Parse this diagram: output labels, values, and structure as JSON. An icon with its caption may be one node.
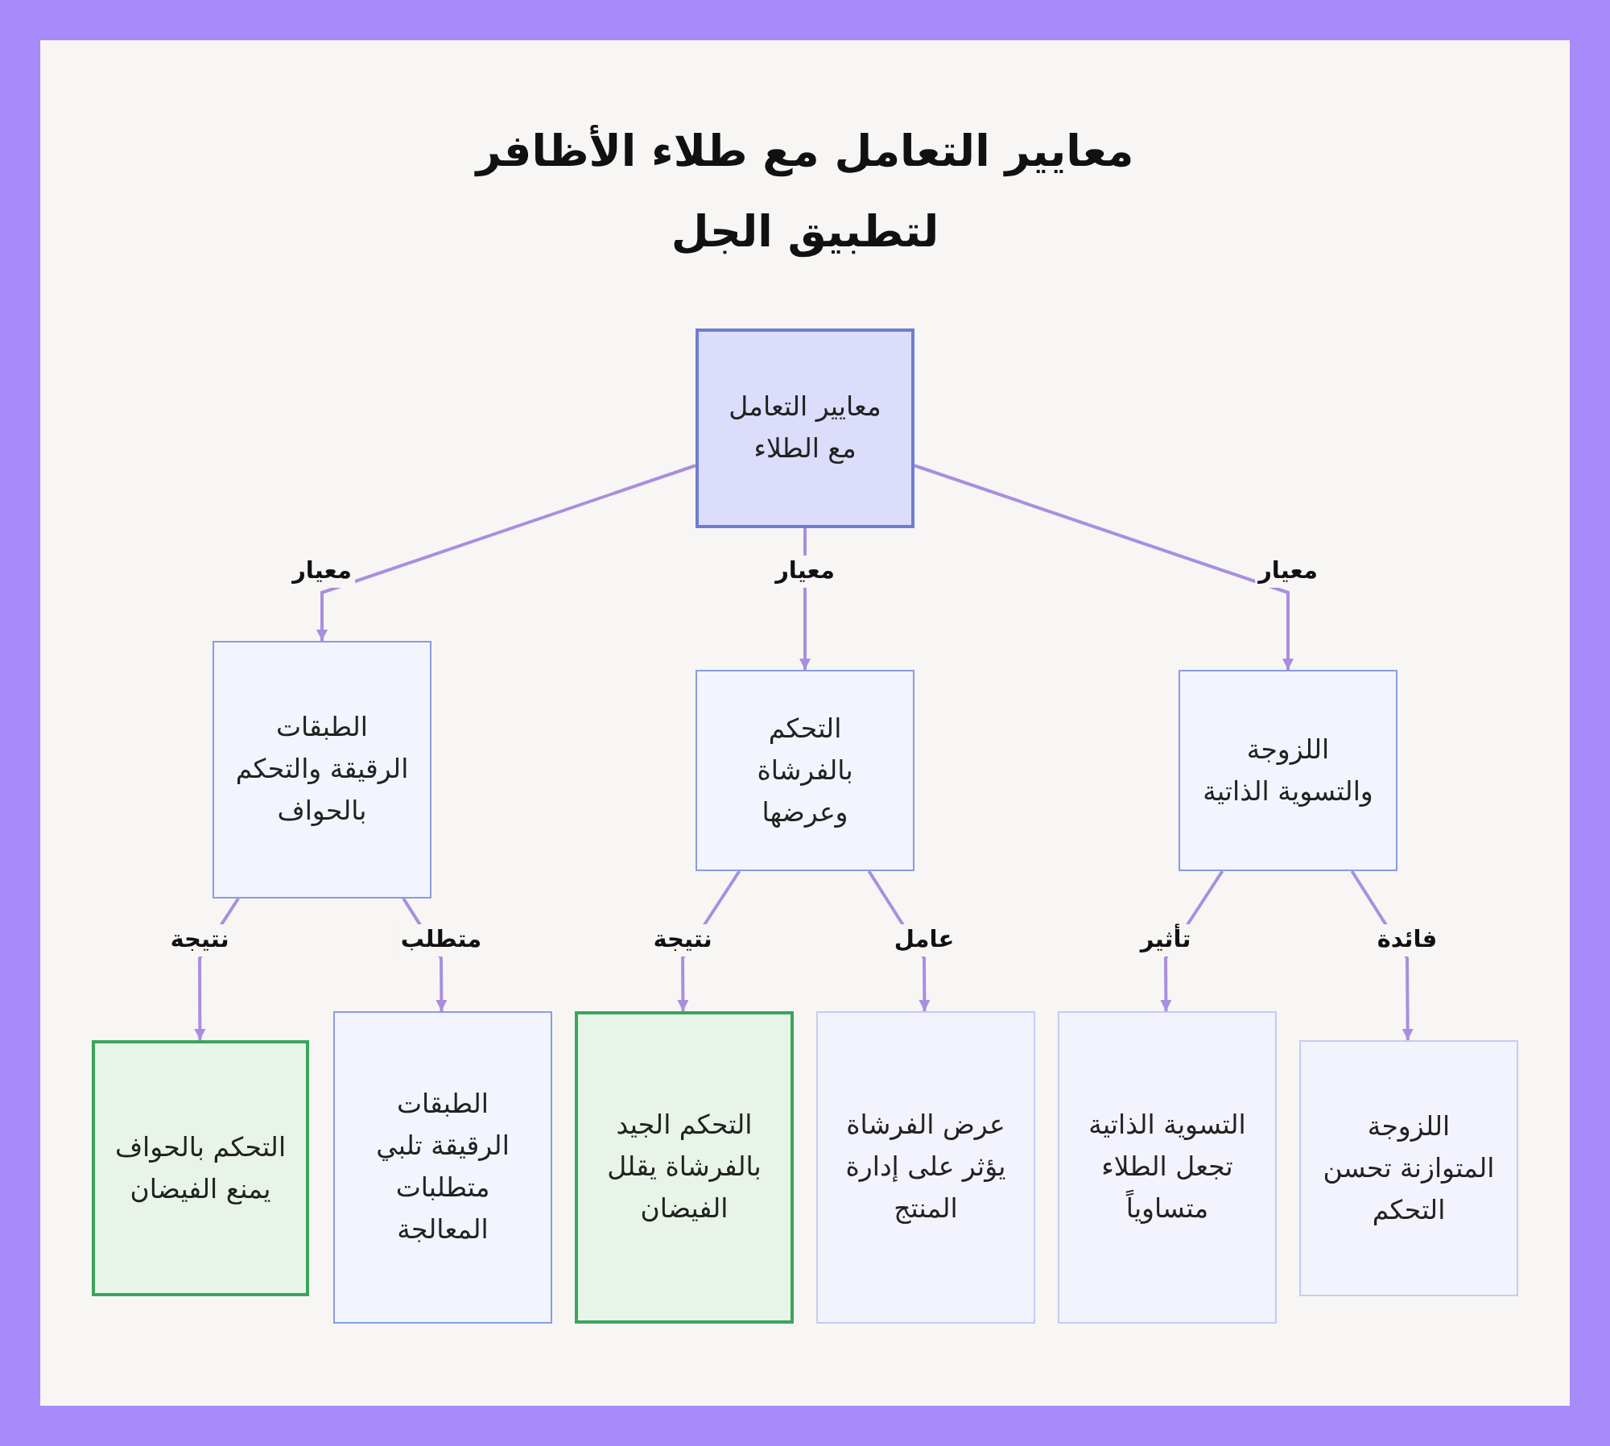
{
  "diagram": {
    "title": "معايير التعامل مع طلاء الأظافر لتطبيق الجل",
    "nodes": [
      {
        "text": [
          "معايير التعامل مع الطلاء"
        ]
      },
      {
        "text": [
          "الطبقات الرقيقة والتحكم بالحواف"
        ]
      },
      {
        "text": [
          "التحكم بالفرشاة وعرضها"
        ]
      },
      {
        "text": [
          "اللزوجة والتسوية الذاتية"
        ]
      },
      {
        "text": [
          "التحكم بالحواف يمنع الفيضان"
        ]
      },
      {
        "text": [
          "الطبقات الرقيقة تلبي متطلبات المعالجة"
        ]
      },
      {
        "text": [
          "التحكم الجيد بالفرشاة يقلل الفيضان"
        ]
      },
      {
        "text": [
          "عرض الفرشاة يؤثر على إدارة المنتج"
        ]
      },
      {
        "text": [
          "التسوية الذاتية تجعل الطلاء متساوياً"
        ]
      },
      {
        "text": [
          "اللزوجة المتوازنة تحسن التحكم"
        ]
      }
    ],
    "edges": [
      {
        "from": 0,
        "to": 1,
        "arrow": "to",
        "label": "معيار"
      },
      {
        "from": 0,
        "to": 2,
        "arrow": "to",
        "label": "معيار"
      },
      {
        "from": 0,
        "to": 3,
        "arrow": "to",
        "label": "معيار"
      },
      {
        "from": 1,
        "to": 4,
        "arrow": "to",
        "label": "نتيجة"
      },
      {
        "from": 1,
        "to": 5,
        "arrow": "to",
        "label": "متطلب"
      },
      {
        "from": 2,
        "to": 6,
        "arrow": "to",
        "label": "نتيجة"
      },
      {
        "from": 2,
        "to": 7,
        "arrow": "to",
        "label": "عامل"
      },
      {
        "from": 3,
        "to": 8,
        "arrow": "to",
        "label": "تأثير"
      },
      {
        "from": 3,
        "to": 9,
        "arrow": "to",
        "label": "فائدة"
      }
    ]
  }
}
